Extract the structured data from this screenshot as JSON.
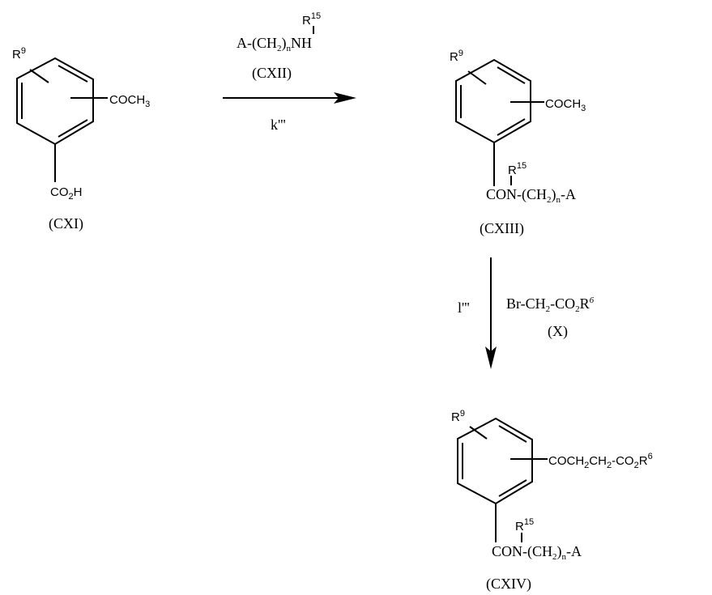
{
  "compounds": {
    "cxi": {
      "r9": "R",
      "r9_sup": "9",
      "acetyl": "COCH",
      "acetyl_sub": "3",
      "acid_a": "CO",
      "acid_sub": "2",
      "acid_b": "H",
      "label": "(CXI)"
    },
    "cxii": {
      "r15": "R",
      "r15_sup": "15",
      "formula_a": "A-(CH",
      "formula_sub1": "2",
      "formula_b": ")",
      "formula_sub2": "n",
      "formula_c": "NH",
      "label": "(CXII)"
    },
    "cxiii": {
      "r9": "R",
      "r9_sup": "9",
      "acetyl": "COCH",
      "acetyl_sub": "3",
      "r15": "R",
      "r15_sup": "15",
      "amide_a": "CON-(CH",
      "amide_sub1": "2",
      "amide_b": ")",
      "amide_sub2": "n",
      "amide_c": "-A",
      "label": "(CXIII)"
    },
    "x": {
      "formula_a": "Br-CH",
      "formula_sub1": "2",
      "formula_b": "-CO",
      "formula_sub2": "2",
      "formula_c": "R",
      "formula_sup": "6",
      "label": "(X)"
    },
    "cxiv": {
      "r9": "R",
      "r9_sup": "9",
      "chain_a": "COCH",
      "chain_sub1": "2",
      "chain_b": "CH",
      "chain_sub2": "2",
      "chain_c": "-CO",
      "chain_sub3": "2",
      "chain_d": "R",
      "chain_sup": "6",
      "r15": "R",
      "r15_sup": "15",
      "amide_a": "CON-(CH",
      "amide_sub1": "2",
      "amide_b": ")",
      "amide_sub2": "n",
      "amide_c": "-A",
      "label": "(CXIV)"
    }
  },
  "steps": {
    "step1": "k'''",
    "step2": "l'''"
  }
}
